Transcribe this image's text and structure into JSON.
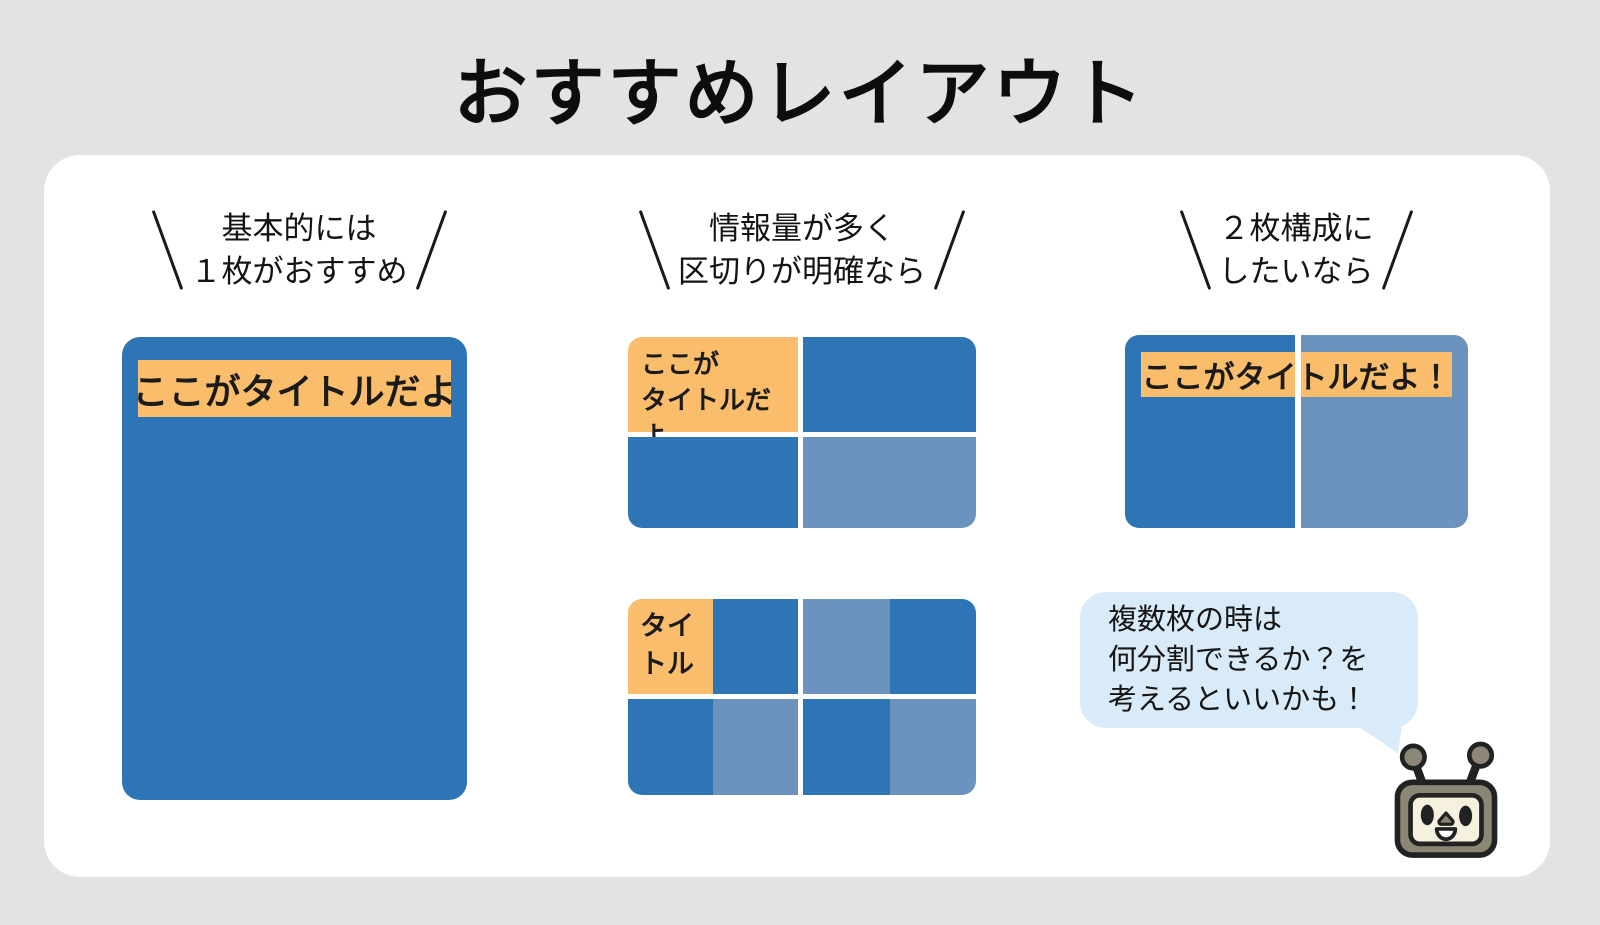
{
  "title": "おすすめレイアウト",
  "colors": {
    "bg": "#e3e3e3",
    "panel": "#ffffff",
    "blue": "#2e75b5",
    "light_blue": "#6b93be",
    "orange": "#f9bd6b",
    "bubble": "#d9eaf8",
    "ink": "#1b1b1b",
    "mascot_body": "#8c8677",
    "mascot_face": "#f6f1de"
  },
  "columns": {
    "single": {
      "caption": [
        "基本的には",
        "１枚がおすすめ"
      ],
      "card_title": "ここがタイトルだよ"
    },
    "grid": {
      "caption": [
        "情報量が多く",
        "区切りが明確なら"
      ],
      "grid1_title": [
        "ここが",
        "タイトルだよ"
      ],
      "grid2_title": [
        "タイ",
        "トル"
      ]
    },
    "two": {
      "caption": [
        "２枚構成に",
        "したいなら"
      ],
      "card_title": "ここがタイトルだよ！",
      "bubble": [
        "複数枚の時は",
        "何分割できるか？を",
        "考えるといいかも！"
      ]
    }
  },
  "mascot_icon": "tv-robot-mascot"
}
